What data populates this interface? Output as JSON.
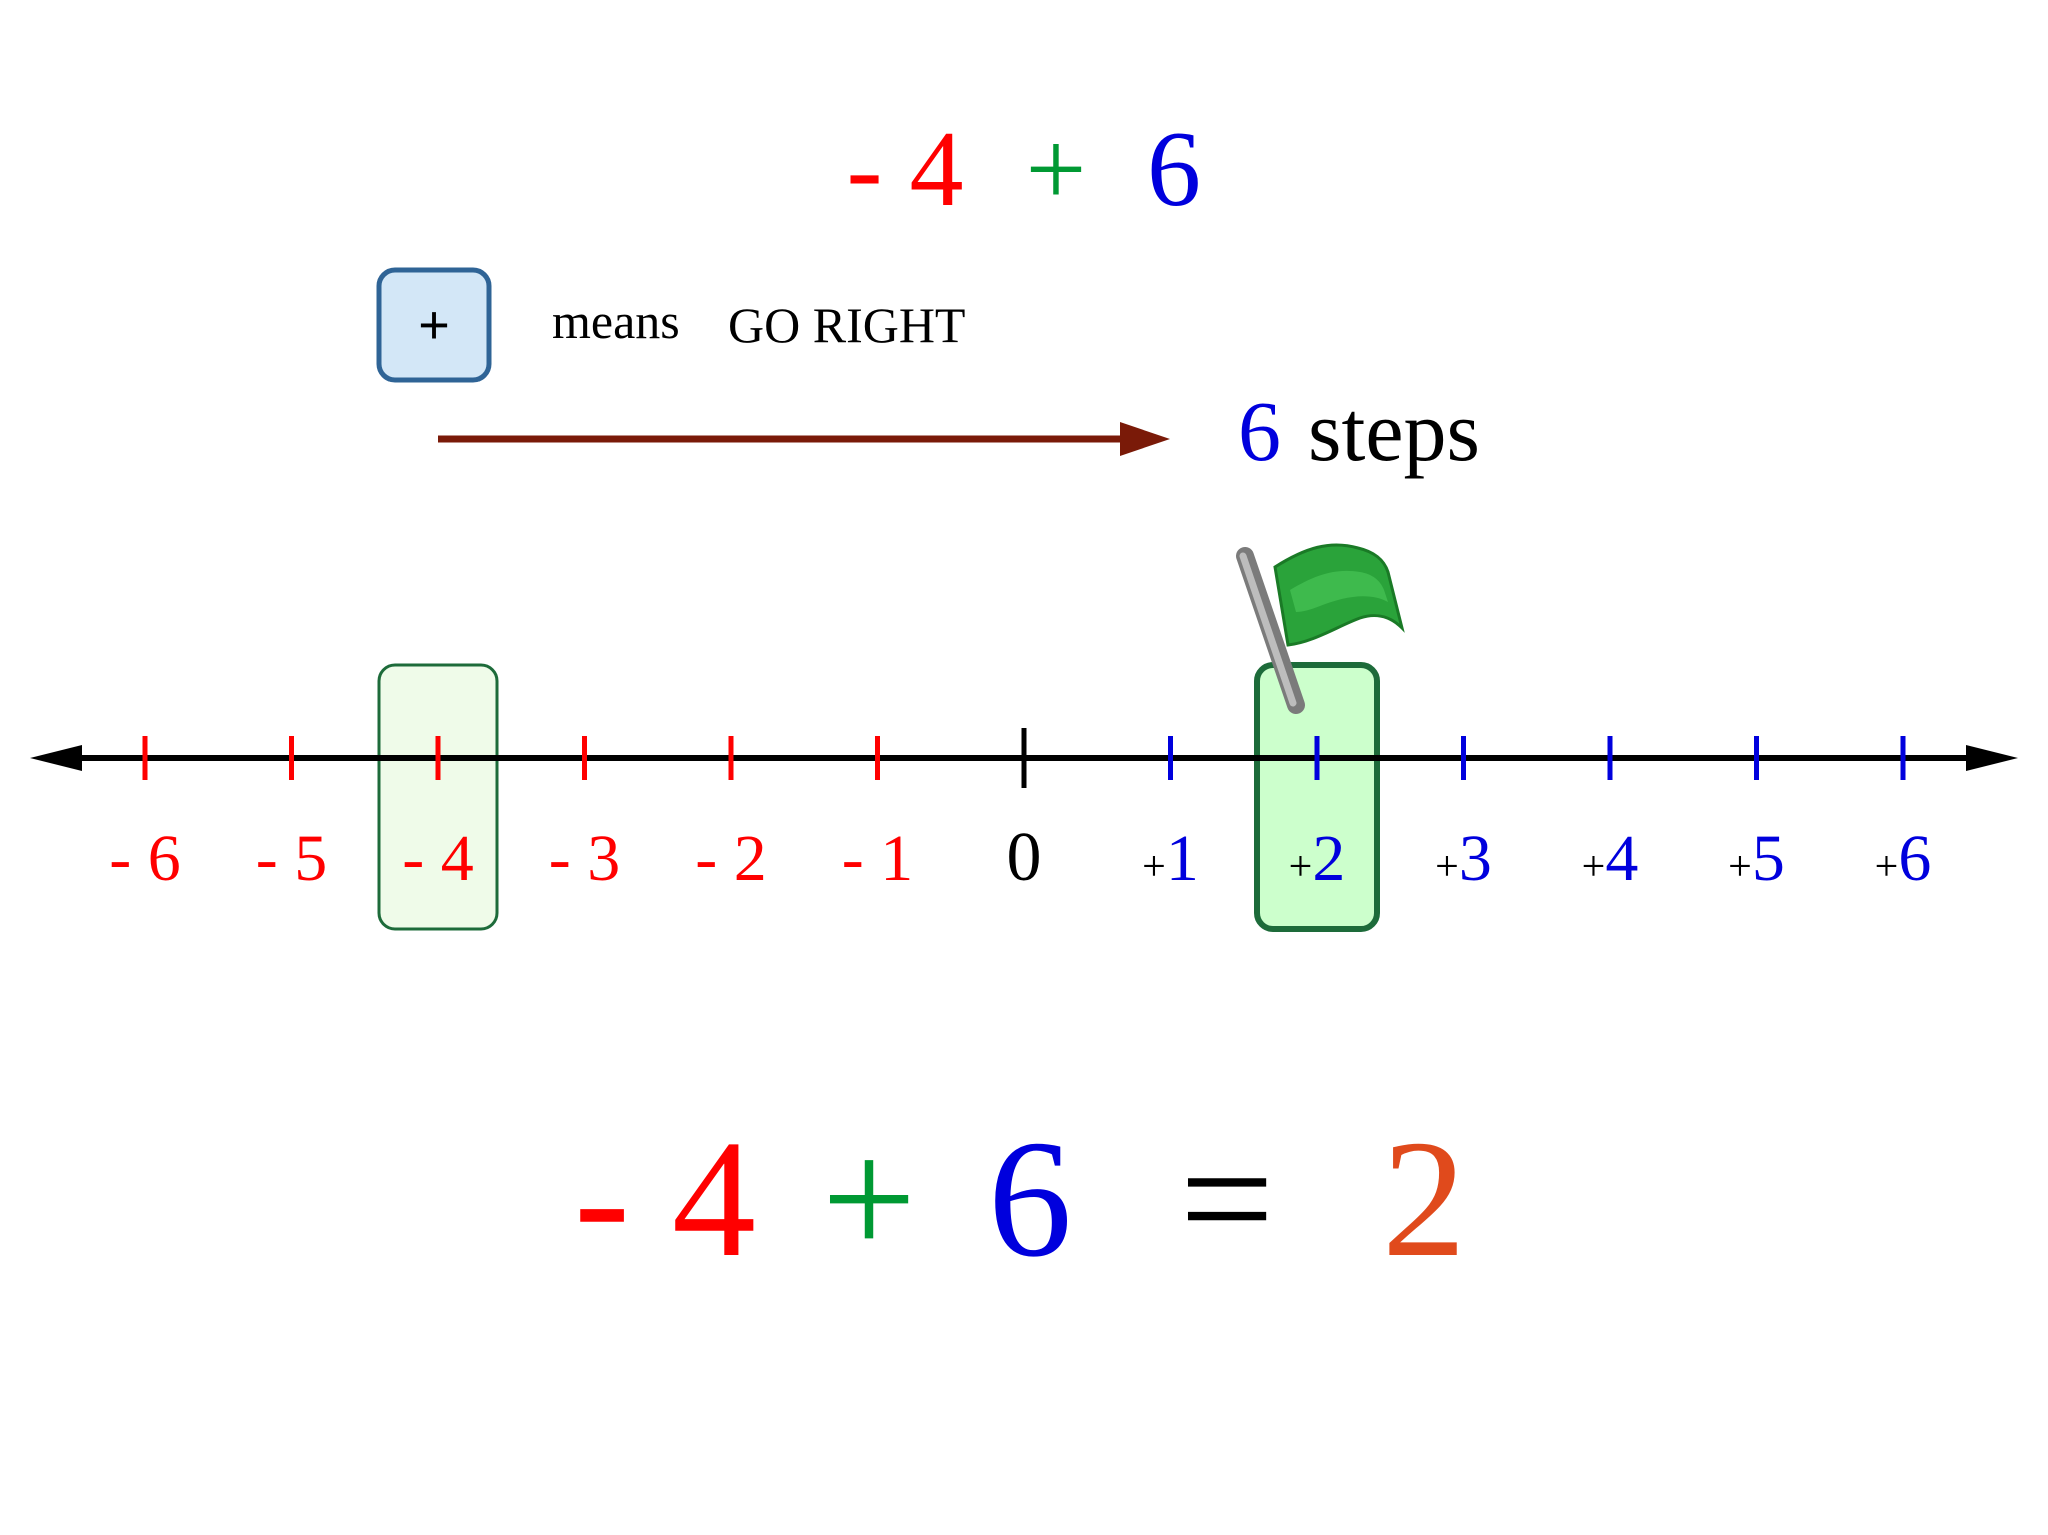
{
  "colors": {
    "negative": "#ff0000",
    "positive": "#0000dd",
    "operator": "#009933",
    "result": "#e04a1c",
    "arrow": "#7a1a08",
    "axis": "#000000",
    "start_box_fill": "#effbe9",
    "end_box_fill": "#ccffcc",
    "box_stroke": "#1d6b3a",
    "key_fill": "#d3e7f7",
    "key_stroke": "#2f6496"
  },
  "problem": {
    "first_number": "- 4",
    "operator": "+",
    "second_number": "6"
  },
  "rule": {
    "key_symbol": "+",
    "means_text": "means",
    "direction_text": "GO RIGHT"
  },
  "movement": {
    "step_count": "6",
    "steps_word": "steps"
  },
  "number_line": {
    "ticks": [
      {
        "value": -6,
        "sign": "-",
        "digit": "6"
      },
      {
        "value": -5,
        "sign": "-",
        "digit": "5"
      },
      {
        "value": -4,
        "sign": "-",
        "digit": "4"
      },
      {
        "value": -3,
        "sign": "-",
        "digit": "3"
      },
      {
        "value": -2,
        "sign": "-",
        "digit": "2"
      },
      {
        "value": -1,
        "sign": "-",
        "digit": "1"
      },
      {
        "value": 0,
        "sign": "",
        "digit": "0"
      },
      {
        "value": 1,
        "sign": "+",
        "digit": "1"
      },
      {
        "value": 2,
        "sign": "+",
        "digit": "2"
      },
      {
        "value": 3,
        "sign": "+",
        "digit": "3"
      },
      {
        "value": 4,
        "sign": "+",
        "digit": "4"
      },
      {
        "value": 5,
        "sign": "+",
        "digit": "5"
      },
      {
        "value": 6,
        "sign": "+",
        "digit": "6"
      }
    ],
    "start_value": -4,
    "end_value": 2,
    "flag_icon": "green-flag-icon"
  },
  "result_equation": {
    "first_number": "- 4",
    "operator": "+",
    "second_number": "6",
    "equals": "=",
    "answer": "2"
  }
}
